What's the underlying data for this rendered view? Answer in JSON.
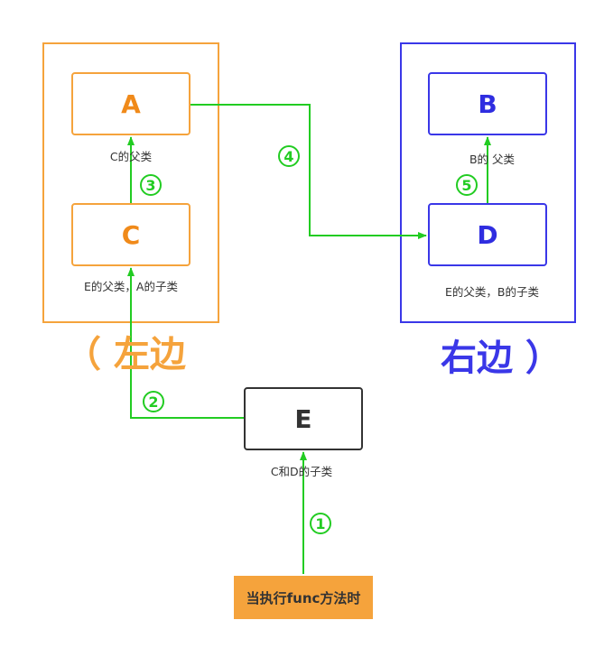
{
  "nodes": {
    "A": {
      "label": "A",
      "caption": "C的父类"
    },
    "C": {
      "label": "C",
      "caption": "E的父类，A的子类"
    },
    "B": {
      "label": "B",
      "caption": "B的 父类"
    },
    "D": {
      "label": "D",
      "caption": "E的父类，B的子类"
    },
    "E": {
      "label": "E",
      "caption": "C和D的子类"
    }
  },
  "groups": {
    "left": {
      "label": "（ 左边"
    },
    "right": {
      "label": "右边 ）"
    }
  },
  "start": {
    "label": "当执行func方法时"
  },
  "steps": {
    "s1": "1",
    "s2": "2",
    "s3": "3",
    "s4": "4",
    "s5": "5"
  },
  "colors": {
    "left_group": "#f5a33c",
    "right_group": "#3a37e8",
    "arrow": "#22cc22",
    "start_fill": "#f5a33c"
  }
}
